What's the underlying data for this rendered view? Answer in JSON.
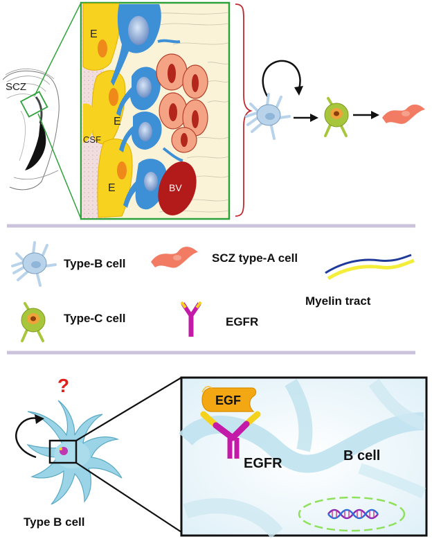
{
  "top_panel": {
    "region_label": "SCZ",
    "ependymal_labels": [
      "E",
      "E",
      "E"
    ],
    "csf_label": "CSF",
    "blood_vessel_label": "BV"
  },
  "legend": {
    "type_b": "Type-B cell",
    "type_c": "Type-C cell",
    "type_a": "SCZ type-A cell",
    "egfr": "EGFR",
    "myelin": "Myelin tract"
  },
  "bottom_panel": {
    "question_mark": "?",
    "type_b_caption": "Type B cell",
    "ligand_label": "EGF",
    "receptor_label": "EGFR",
    "cell_label": "B cell"
  },
  "colors": {
    "ependymal": "#f7d21e",
    "type_b": "#3d8fd6",
    "type_b_light": "#a9d0ee",
    "type_c": "#a8c63c",
    "type_a": "#f27b63",
    "egfr": "#c41aa8",
    "egf": "#f3a712",
    "blood_vessel": "#b31b1b",
    "frame_green": "#2ea23a",
    "bracket_red": "#c0282d",
    "divider": "#cbc3dc",
    "question": "#e0201a"
  }
}
